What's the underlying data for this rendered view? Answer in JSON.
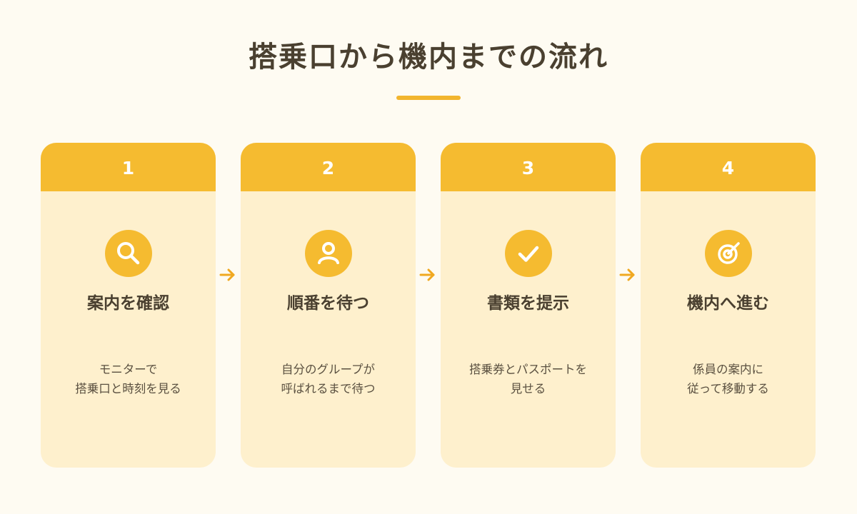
{
  "header": {
    "title": "搭乗口から機内までの流れ"
  },
  "colors": {
    "background": "#FEFBF2",
    "accent": "#F5BB30",
    "card_body": "#FEF0CD",
    "text": "#4A4030"
  },
  "steps": [
    {
      "number": "1",
      "icon": "search-icon",
      "title": "案内を確認",
      "desc": [
        "モニターで",
        "搭乗口と時刻を見る"
      ]
    },
    {
      "number": "2",
      "icon": "person-icon",
      "title": "順番を待つ",
      "desc": [
        "自分のグループが",
        "呼ばれるまで待つ"
      ]
    },
    {
      "number": "3",
      "icon": "check-icon",
      "title": "書類を提示",
      "desc": [
        "搭乗券とパスポートを",
        "見せる"
      ]
    },
    {
      "number": "4",
      "icon": "target-icon",
      "title": "機内へ進む",
      "desc": [
        "係員の案内に",
        "従って移動する"
      ]
    }
  ]
}
